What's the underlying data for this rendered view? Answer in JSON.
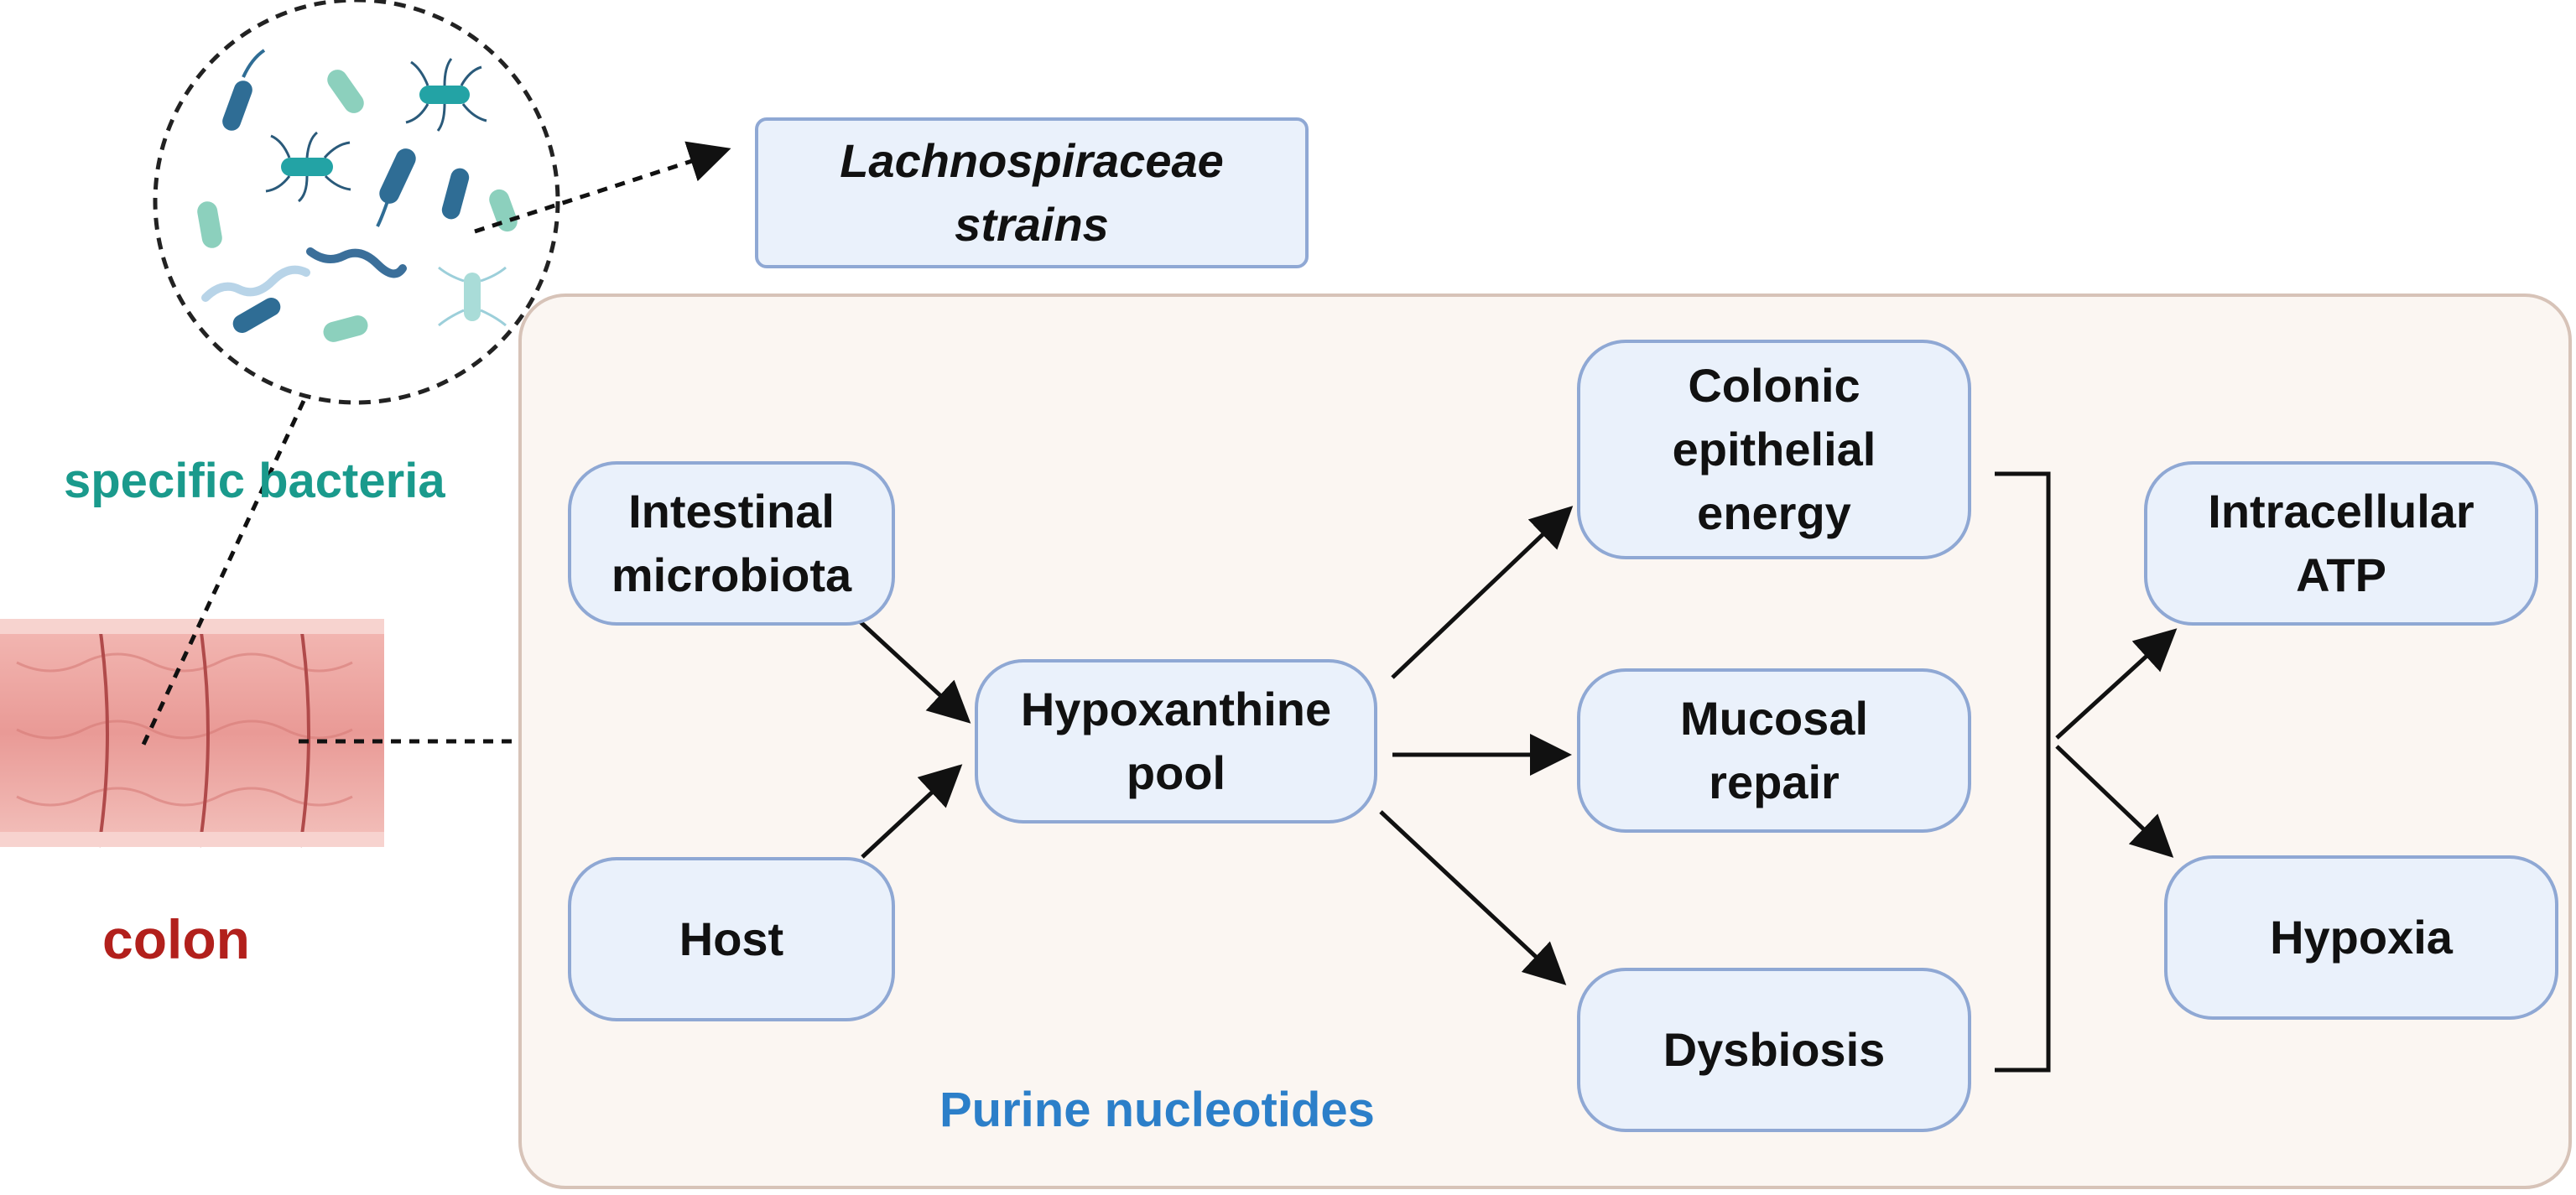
{
  "labels": {
    "specific_bacteria": "specific bacteria",
    "colon": "colon",
    "purine_nucleotides": "Purine nucleotides"
  },
  "boxes": {
    "lachnospiraceae": "Lachnospiraceae\nstrains",
    "intestinal_microbiota": "Intestinal\nmicrobiota",
    "host": "Host",
    "hypoxanthine_pool": "Hypoxanthine\npool",
    "colonic_energy": "Colonic\nepithelial\nenergy",
    "mucosal_repair": "Mucosal\nrepair",
    "dysbiosis": "Dysbiosis",
    "intracellular_atp": "Intracellular\nATP",
    "hypoxia": "Hypoxia"
  },
  "colors": {
    "teal_label": "#1a9a8c",
    "colon_label": "#b2201c",
    "purine_label": "#2c7fc9",
    "box_fill": "#eaf1fb",
    "box_border": "#8fa8d4"
  },
  "icons": [
    "bacteria-icon",
    "colon-icon"
  ]
}
